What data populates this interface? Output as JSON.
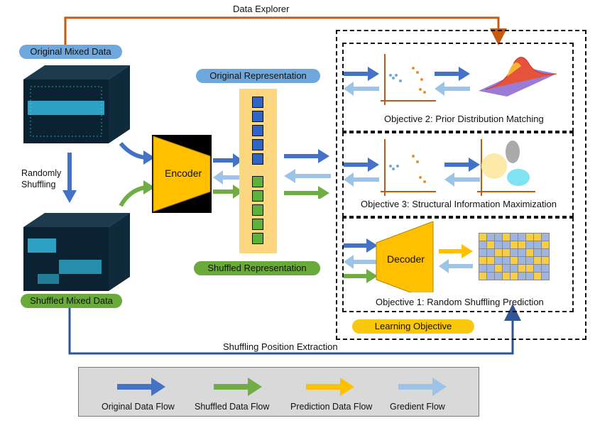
{
  "top_flow_label": "Data Explorer",
  "bottom_flow_label": "Shuffling Position Extraction",
  "inputs": {
    "original_label": "Original Mixed Data",
    "shuffle_step_label": "Randomly\nShuffling",
    "shuffled_label": "Shuffled Mixed Data"
  },
  "encoder_label": "Encoder",
  "representations": {
    "original_label": "Original Representation",
    "shuffled_label": "Shuffled Representation"
  },
  "objectives": {
    "obj2_label": "Objective 2: Prior Distribution Matching",
    "obj3_label": "Objective 3: Structural Information Maximization",
    "obj1_label": "Objective 1: Random Shuffling Prediction",
    "decoder_label": "Decoder",
    "container_label": "Learning Objective"
  },
  "legend": [
    {
      "label": "Original Data Flow",
      "color": "#4472c4"
    },
    {
      "label": "Shuffled Data Flow",
      "color": "#70ad47"
    },
    {
      "label": "Prediction Data Flow",
      "color": "#ffc000"
    },
    {
      "label": "Gredient Flow",
      "color": "#9dc3e6"
    }
  ],
  "colors": {
    "top_line": "#c55a11",
    "bottom_line": "#2f5597",
    "original": "#4472c4",
    "shuffled": "#70ad47",
    "prediction": "#ffc000",
    "gradient": "#9dc3e6"
  }
}
